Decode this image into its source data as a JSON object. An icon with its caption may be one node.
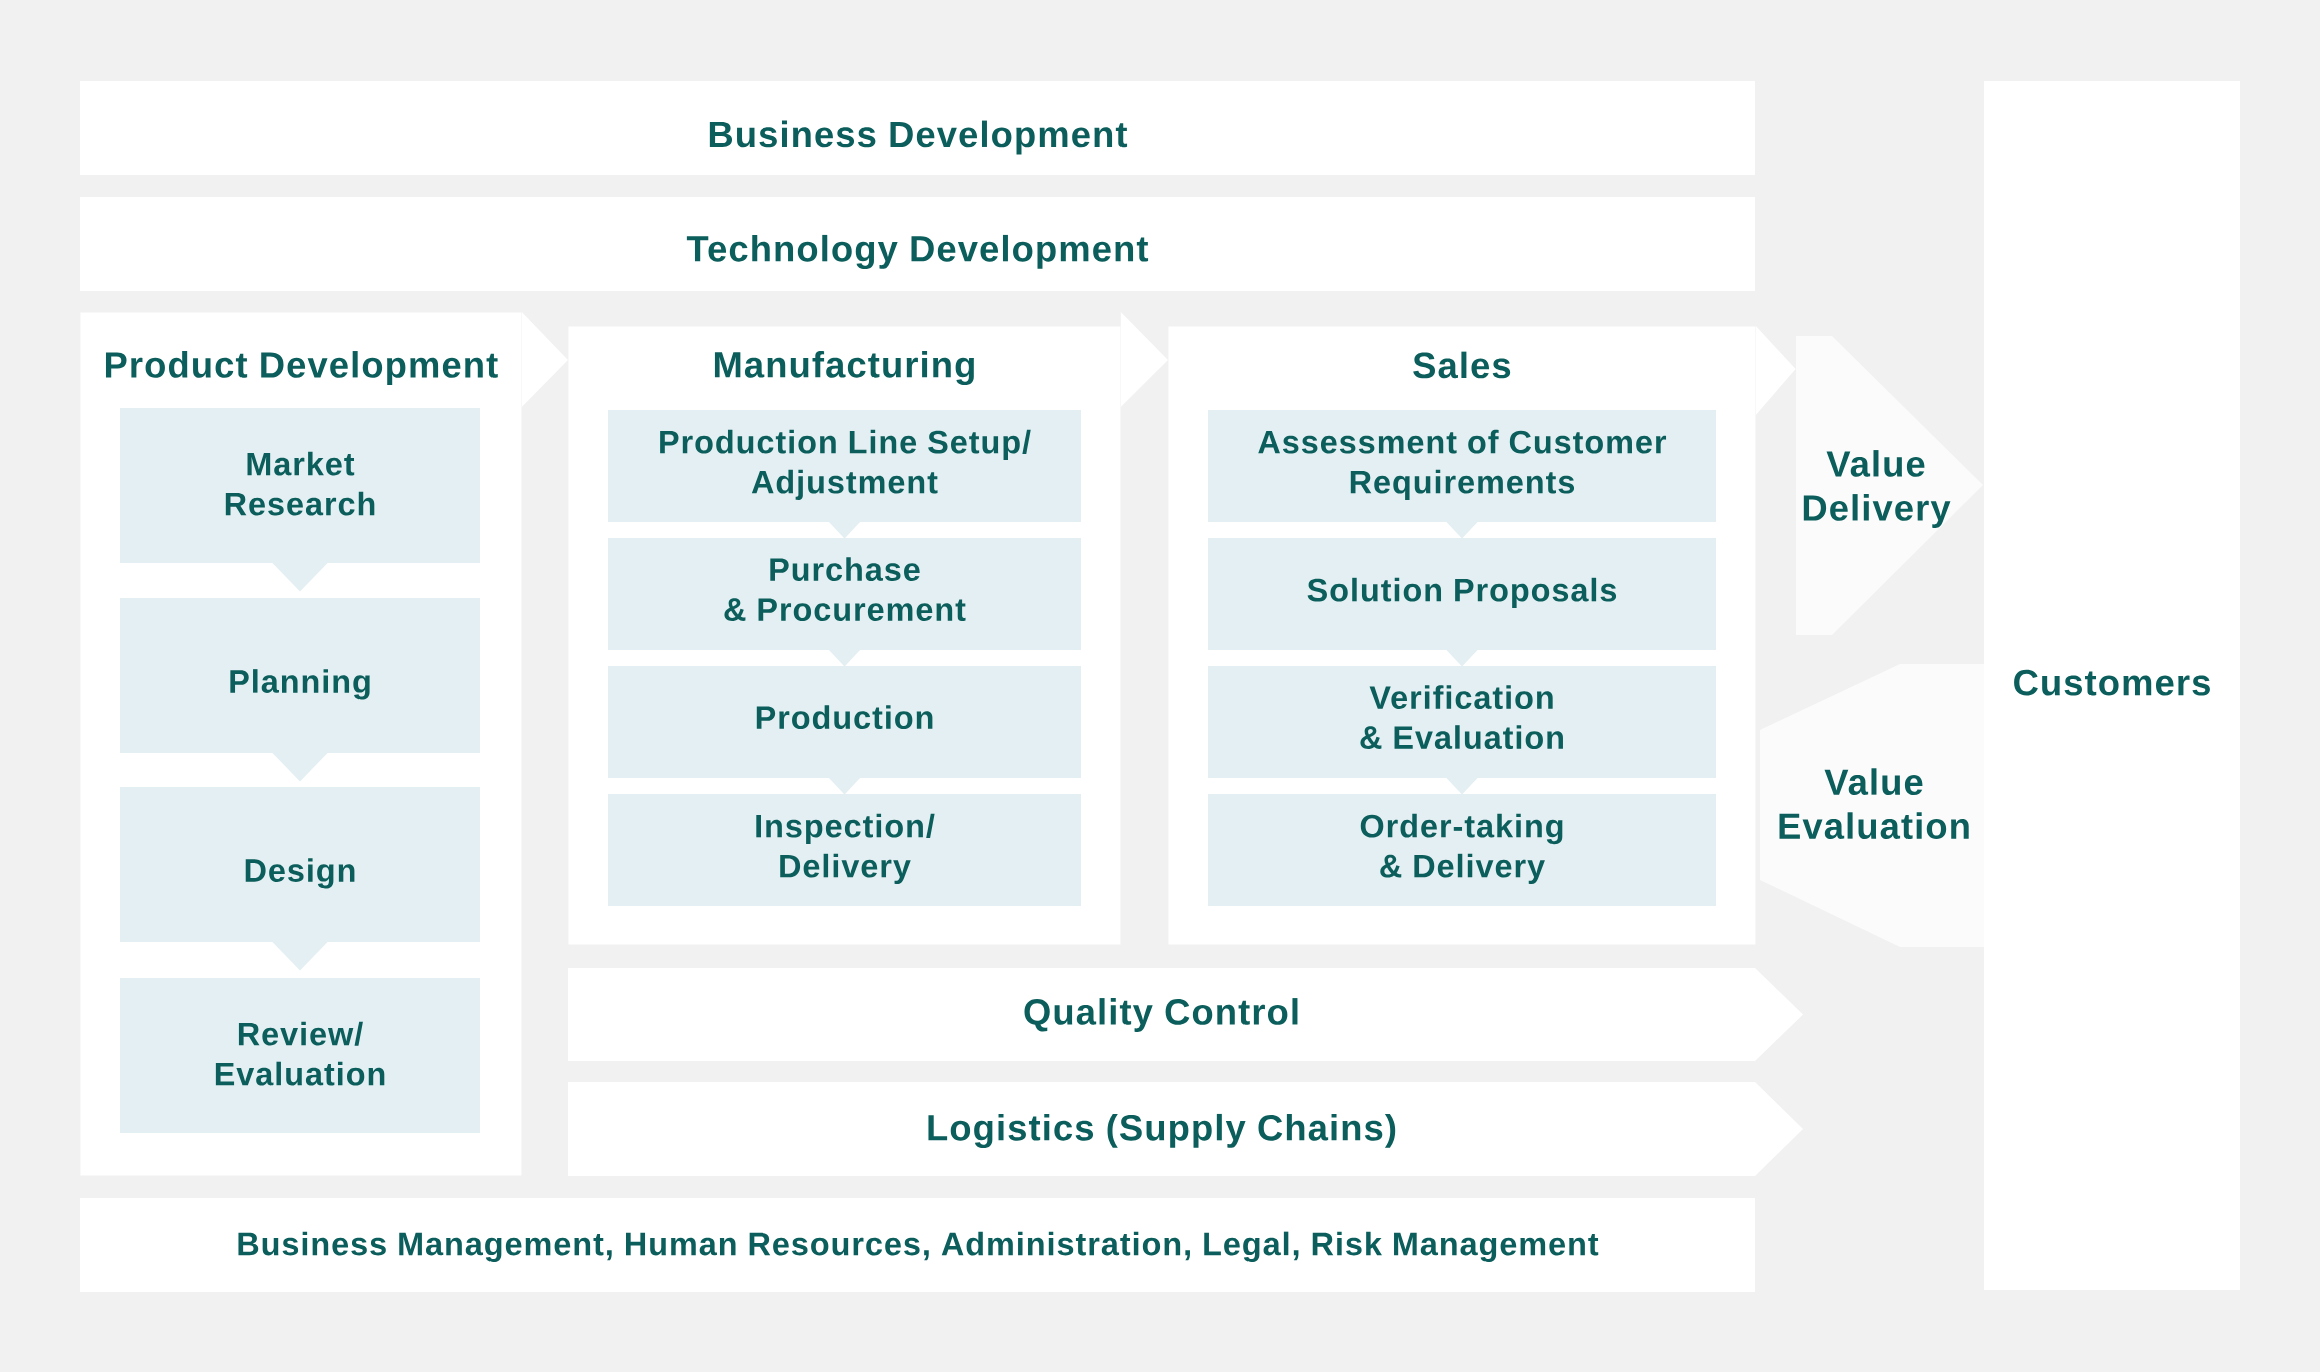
{
  "diagram": {
    "nodes": [
      {
        "text": [
          "Business Development"
        ]
      },
      {
        "text": [
          "Technology Development"
        ]
      },
      {
        "text": [
          "Product Development"
        ]
      },
      {
        "text": [
          "Market Research"
        ],
        "in": 2
      },
      {
        "text": [
          "Planning"
        ],
        "in": 2
      },
      {
        "text": [
          "Design"
        ],
        "in": 2
      },
      {
        "text": [
          "Review/ Evaluation"
        ],
        "in": 2
      },
      {
        "text": [
          "Manufacturing"
        ]
      },
      {
        "text": [
          "Production Line Setup/ Adjustment"
        ],
        "in": 7
      },
      {
        "text": [
          "Purchase & Procurement"
        ],
        "in": 7
      },
      {
        "text": [
          "Production"
        ],
        "in": 7
      },
      {
        "text": [
          "Inspection/ Delivery"
        ],
        "in": 7
      },
      {
        "text": [
          "Sales"
        ]
      },
      {
        "text": [
          "Assessment of Customer Requirements"
        ],
        "in": 12
      },
      {
        "text": [
          "Solution Proposals"
        ],
        "in": 12
      },
      {
        "text": [
          "Verification & Evaluation"
        ],
        "in": 12
      },
      {
        "text": [
          "Order-taking & Delivery"
        ],
        "in": 12
      },
      {
        "text": [
          "Value Delivery"
        ]
      },
      {
        "text": [
          "Value Evaluation"
        ]
      },
      {
        "text": [
          "Customers"
        ]
      },
      {
        "text": [
          "Quality Control"
        ]
      },
      {
        "text": [
          "Logistics (Supply Chains)"
        ]
      },
      {
        "text": [
          "Business Management, Human Resources, Administration, Legal, Risk Management"
        ]
      }
    ],
    "edges": [
      {
        "from": 3,
        "to": 4,
        "arrow": "to"
      },
      {
        "from": 4,
        "to": 5,
        "arrow": "to"
      },
      {
        "from": 5,
        "to": 6,
        "arrow": "to"
      },
      {
        "from": 8,
        "to": 9,
        "arrow": "to"
      },
      {
        "from": 9,
        "to": 10,
        "arrow": "to"
      },
      {
        "from": 10,
        "to": 11,
        "arrow": "to"
      },
      {
        "from": 13,
        "to": 14,
        "arrow": "to"
      },
      {
        "from": 14,
        "to": 15,
        "arrow": "to"
      },
      {
        "from": 15,
        "to": 16,
        "arrow": "to"
      },
      {
        "from": 2,
        "to": 7,
        "arrow": "to"
      },
      {
        "from": 7,
        "to": 12,
        "arrow": "to"
      },
      {
        "from": 12,
        "to": 17,
        "arrow": "to"
      }
    ]
  }
}
